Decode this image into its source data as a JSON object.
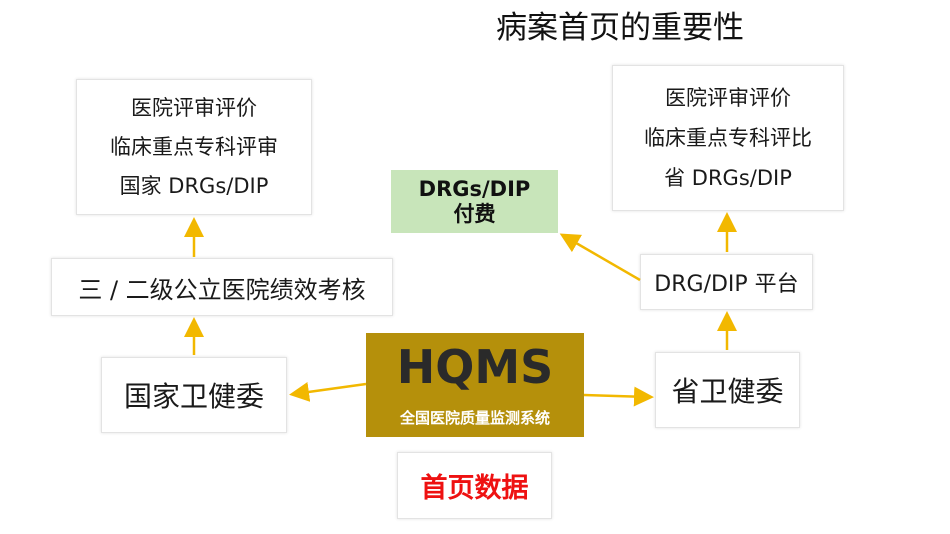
{
  "title": "病案首页的重要性",
  "left": {
    "top_lines": [
      "医院评审评价",
      "临床重点专科评审",
      "国家 DRGs/DIP"
    ],
    "mid": "三 / 二级公立医院绩效考核",
    "bottom": "国家卫健委"
  },
  "right": {
    "top_lines": [
      "医院评审评价",
      "临床重点专科评比",
      "省 DRGs/DIP"
    ],
    "mid": "DRG/DIP 平台",
    "bottom": "省卫健委"
  },
  "drg_box": {
    "line1": "DRGs/DIP",
    "line2": "付费"
  },
  "center": {
    "name": "HQMS",
    "subtitle": "全国医院质量监测系统"
  },
  "bottom_label": "首页数据",
  "colors": {
    "arrow": "#f2b800",
    "hqms_fill": "#b5900b",
    "drg_fill": "#c8e5ba",
    "bottom_label": "#ee1111"
  }
}
